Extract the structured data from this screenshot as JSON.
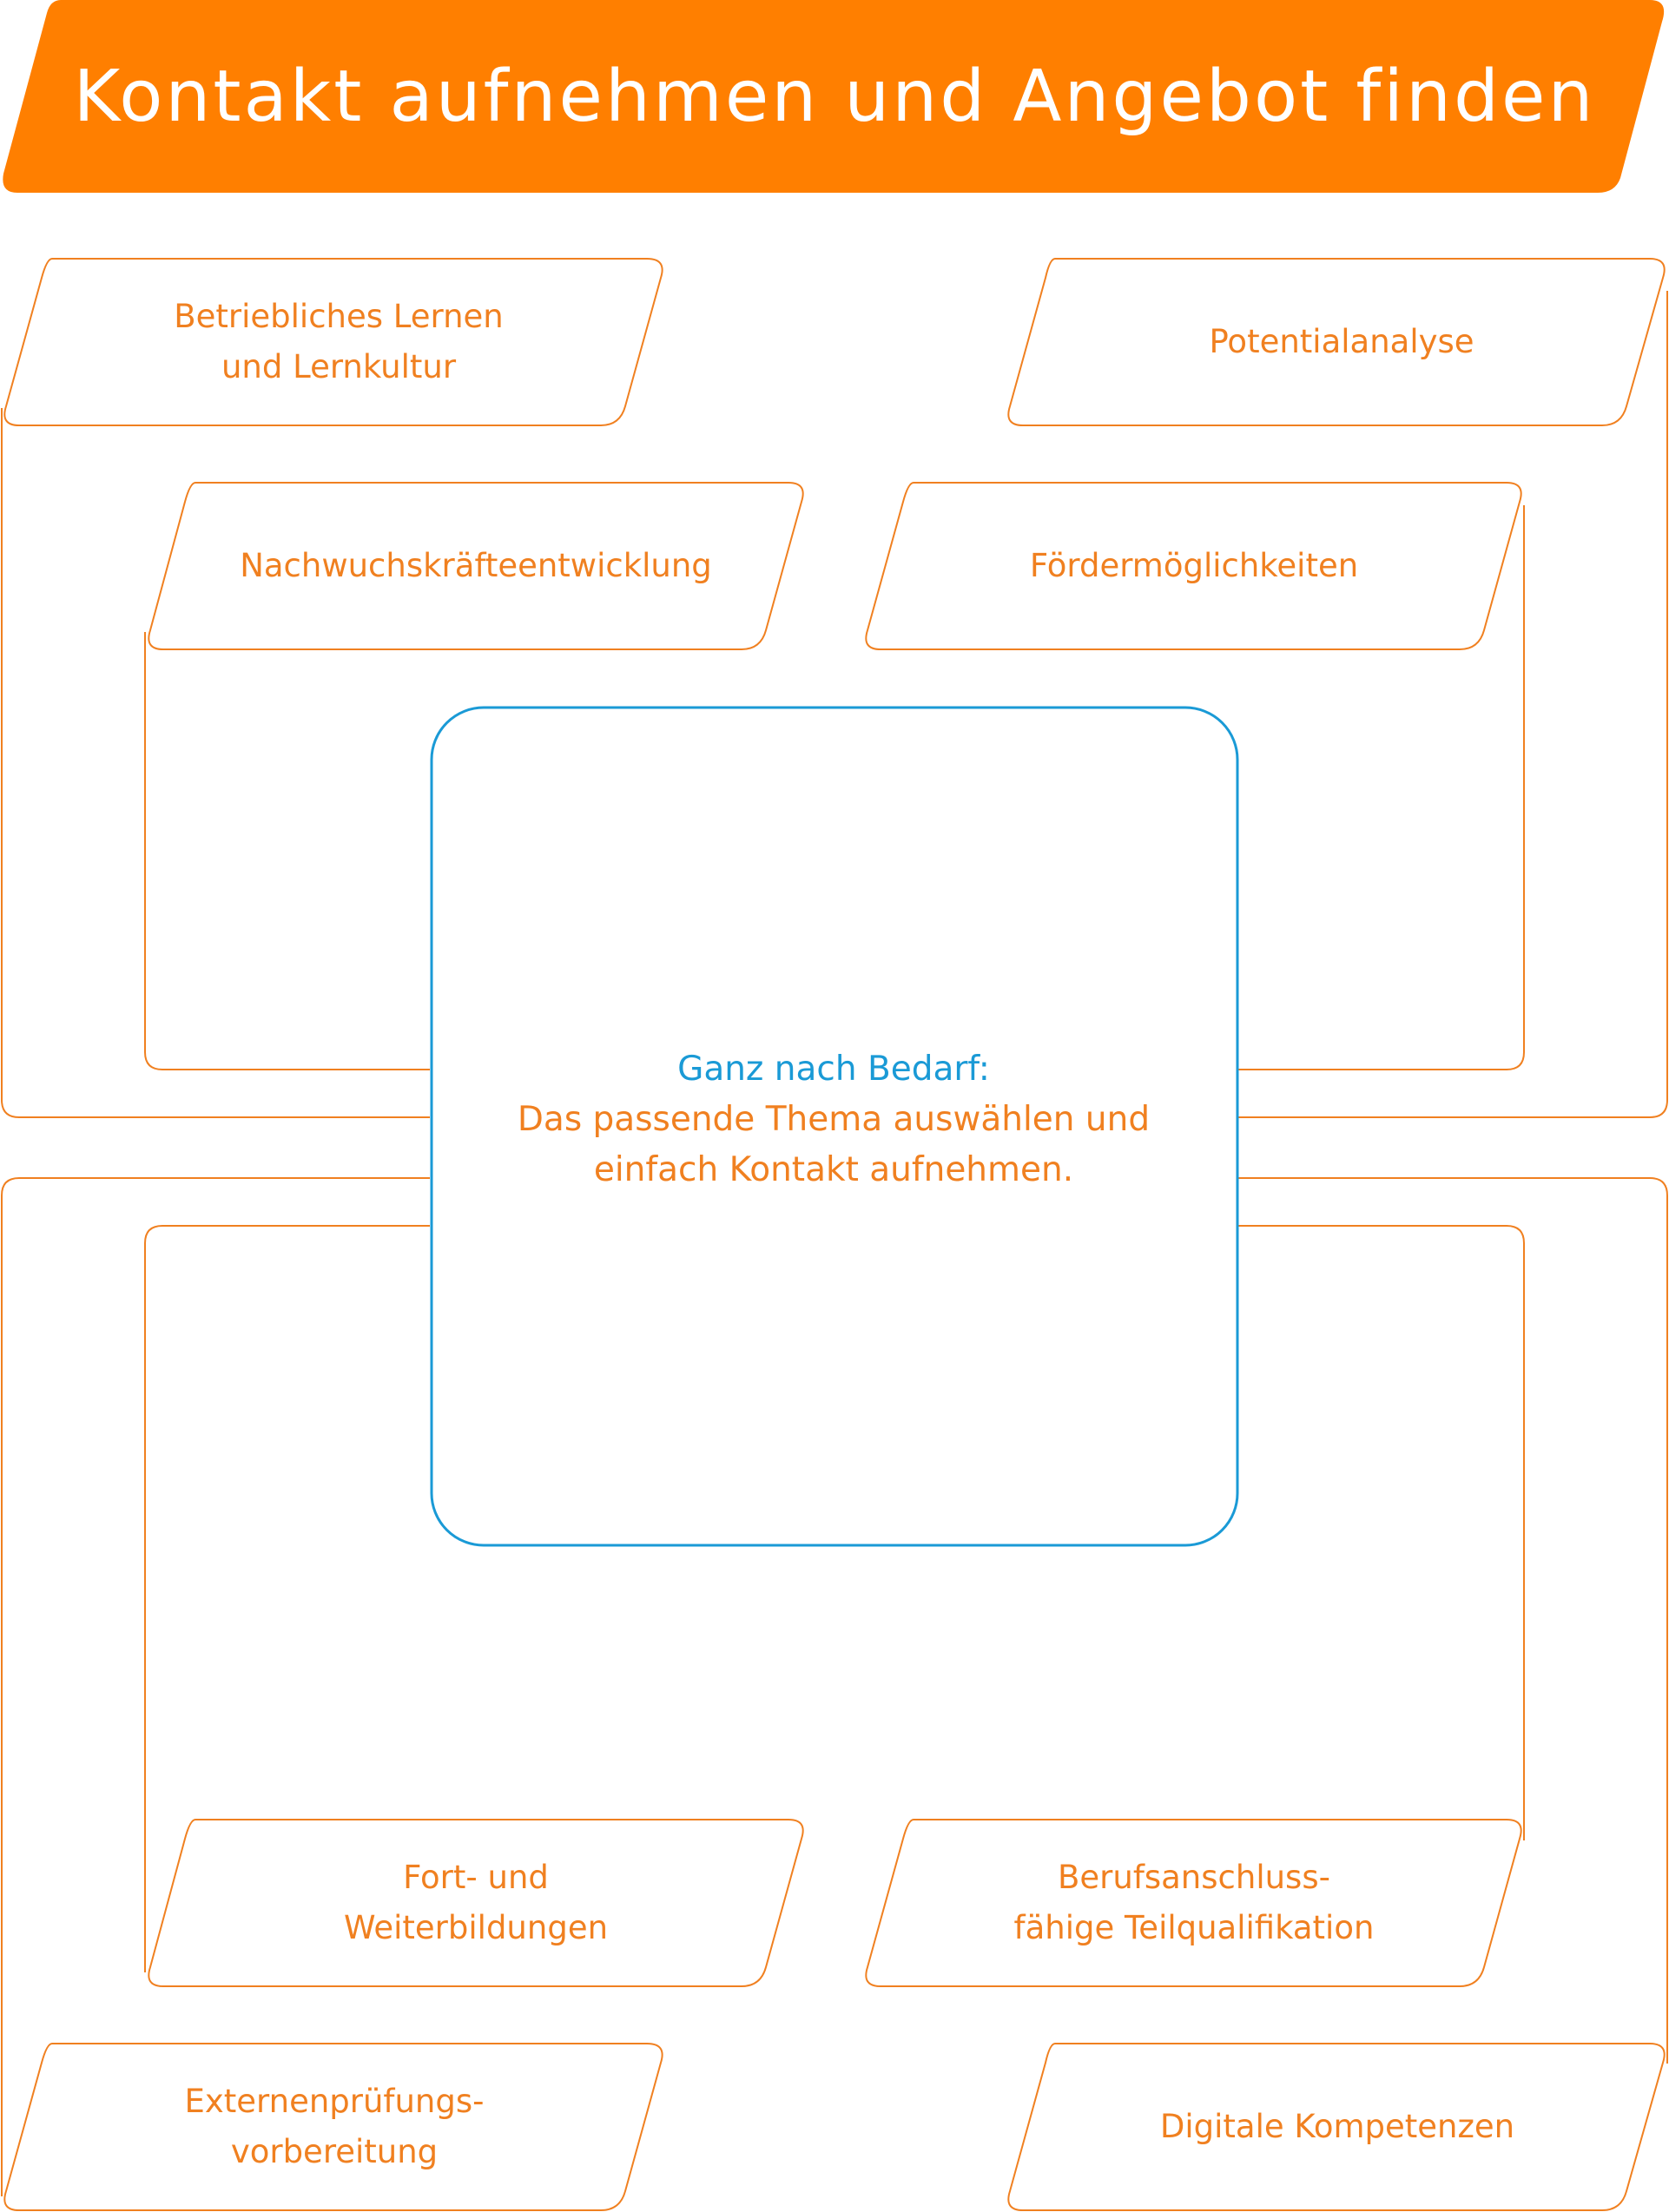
{
  "title": "Kontakt aufnehmen und Angebot finden",
  "colors": {
    "accent": "#ff7f00",
    "label": "#f08020",
    "center_border": "#1a9ad6",
    "center_heading": "#1a9ad6"
  },
  "center": {
    "heading": "Ganz nach Bedarf:",
    "line1": "Das passende Thema auswählen und",
    "line2": "einfach Kontakt aufnehmen."
  },
  "topics": [
    {
      "id": "betriebliches-lernen",
      "label": "Betriebliches Lernen\nund Lernkultur"
    },
    {
      "id": "potentialanalyse",
      "label": "Potentialanalyse"
    },
    {
      "id": "nachwuchskraefteentwicklung",
      "label": "Nachwuchskräfteentwicklung"
    },
    {
      "id": "foerdermoeglichkeiten",
      "label": "Fördermöglichkeiten"
    },
    {
      "id": "fort-und-weiterbildungen",
      "label": "Fort- und\nWeiterbildungen"
    },
    {
      "id": "teilqualifikation",
      "label": "Berufsanschluss-\nfähige Teilqualifikation"
    },
    {
      "id": "externenpruefung",
      "label": "Externenprüfungs-\nvorbereitung"
    },
    {
      "id": "digitale-kompetenzen",
      "label": "Digitale Kompetenzen"
    }
  ]
}
